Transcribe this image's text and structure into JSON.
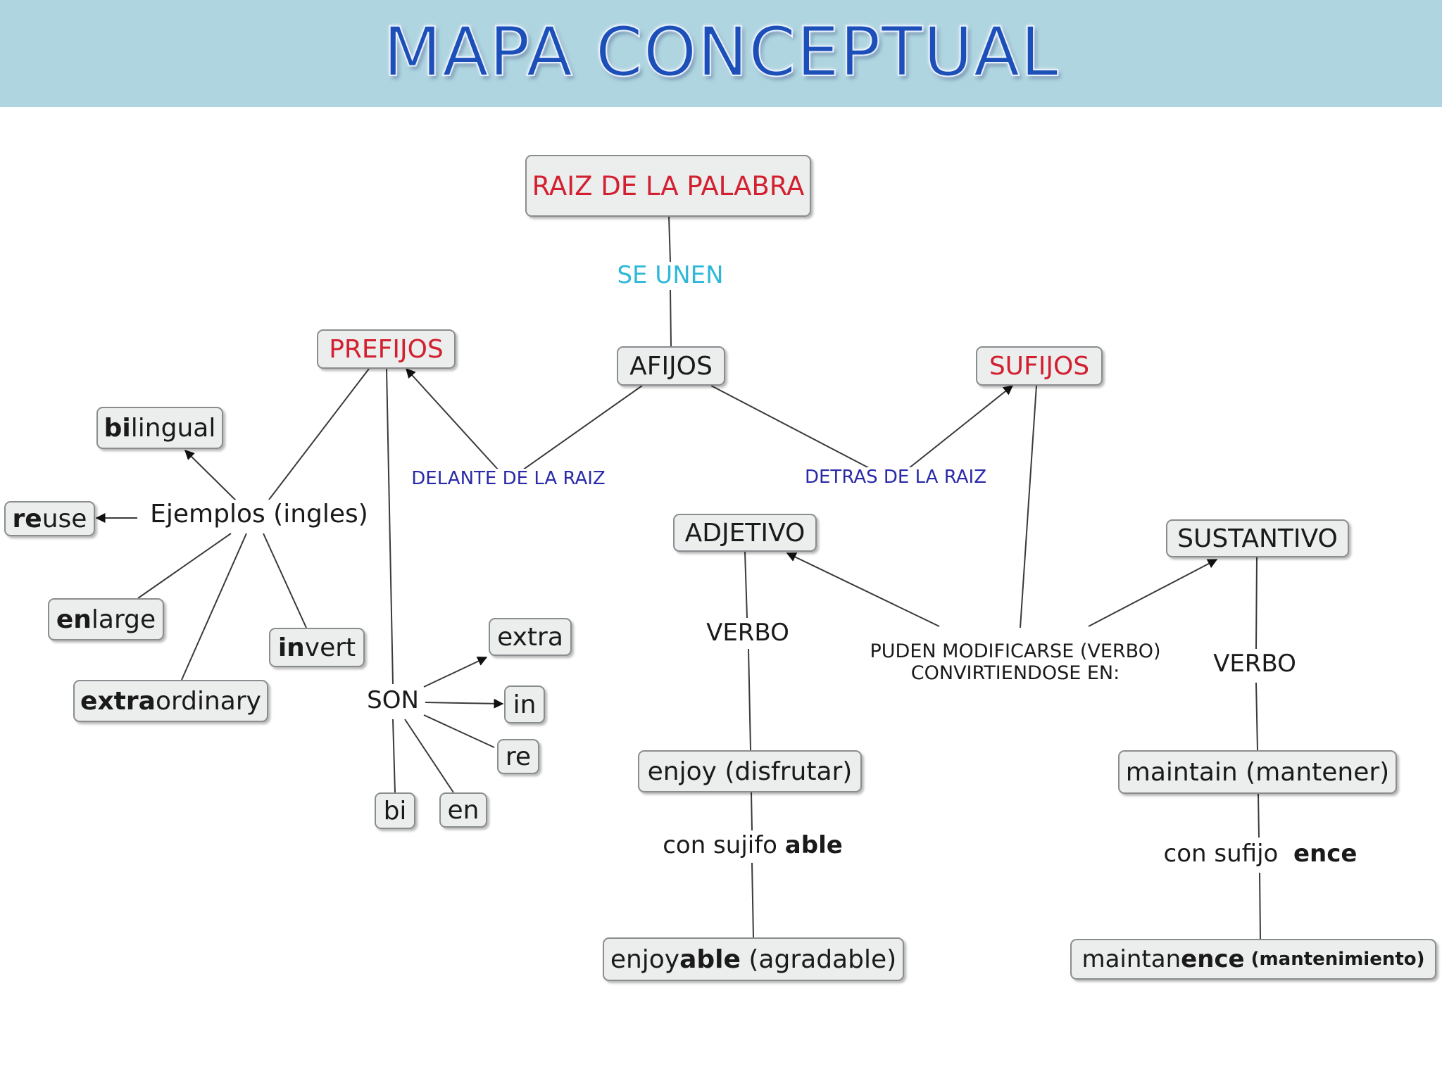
{
  "title": "MAPA CONCEPTUAL",
  "colors": {
    "header_bg": "#afd5e0",
    "title": "#1d4fb8",
    "red": "#d22030",
    "link_blue": "#2a2aa8",
    "link_cyan": "#2eb8d8"
  },
  "nodes": {
    "raiz": "RAIZ DE LA PALABRA",
    "afijos": "AFIJOS",
    "prefijos": "PREFIJOS",
    "sufijos": "SUFIJOS",
    "adjetivo": "ADJETIVO",
    "sustantivo": "SUSTANTIVO",
    "ex_bilingual": {
      "bold": "bi",
      "rest": "lingual"
    },
    "ex_reuse": {
      "bold": "re",
      "rest": "use"
    },
    "ex_enlarge": {
      "bold": "en",
      "rest": "large"
    },
    "ex_invert": {
      "bold": "in",
      "rest": "vert"
    },
    "ex_extraordinary": {
      "bold": "extra",
      "rest": "ordinary"
    },
    "p_extra": "extra",
    "p_in": "in",
    "p_re": "re",
    "p_bi": "bi",
    "p_en": "en",
    "enjoy": "enjoy (disfrutar)",
    "maintain": "maintain (mantener)",
    "enjoyable": {
      "pre": "enjoy",
      "bold": "able",
      "post": " (agradable)"
    },
    "maintanence": {
      "pre": "maintan",
      "bold": "ence",
      "post": " (mantenimiento)"
    }
  },
  "links": {
    "se_unen": "SE UNEN",
    "delante": "DELANTE DE LA RAIZ",
    "detras": "DETRAS DE LA RAIZ",
    "ejemplos": "Ejemplos (ingles)",
    "son": "SON",
    "verbo_1": "VERBO",
    "verbo_2": "VERBO",
    "puden_line1": "PUDEN MODIFICARSE (VERBO)",
    "puden_line2": "CONVIRTIENDOSE EN:",
    "con_able": {
      "text": "con sujifo ",
      "bold": "able"
    },
    "con_ence": {
      "text": "con sufijo  ",
      "bold": "ence"
    }
  }
}
